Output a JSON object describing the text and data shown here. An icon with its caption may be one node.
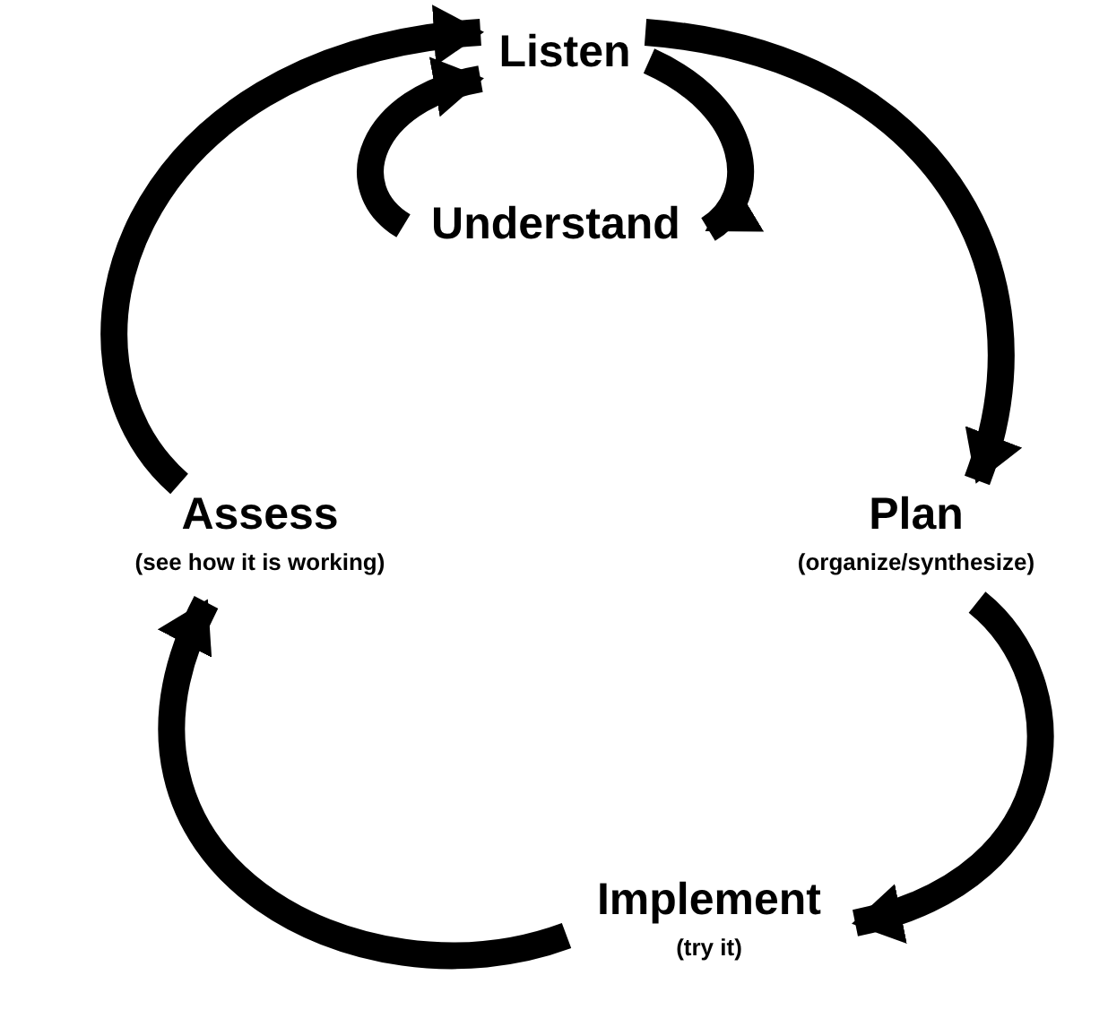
{
  "diagram": {
    "nodes": [
      {
        "text": [
          "Listen"
        ]
      },
      {
        "text": [
          "Understand"
        ]
      },
      {
        "text": [
          "Plan",
          "(organize/synthesize)"
        ]
      },
      {
        "text": [
          "Implement",
          "(try it)"
        ]
      },
      {
        "text": [
          "Assess",
          "(see how it is working)"
        ]
      }
    ],
    "edges": [
      {
        "from": 0,
        "to": 1,
        "arrow": "to"
      },
      {
        "from": 1,
        "to": 0,
        "arrow": "to"
      },
      {
        "from": 0,
        "to": 2,
        "arrow": "to"
      },
      {
        "from": 2,
        "to": 3,
        "arrow": "to"
      },
      {
        "from": 3,
        "to": 4,
        "arrow": "to"
      },
      {
        "from": 4,
        "to": 0,
        "arrow": "to"
      }
    ]
  }
}
